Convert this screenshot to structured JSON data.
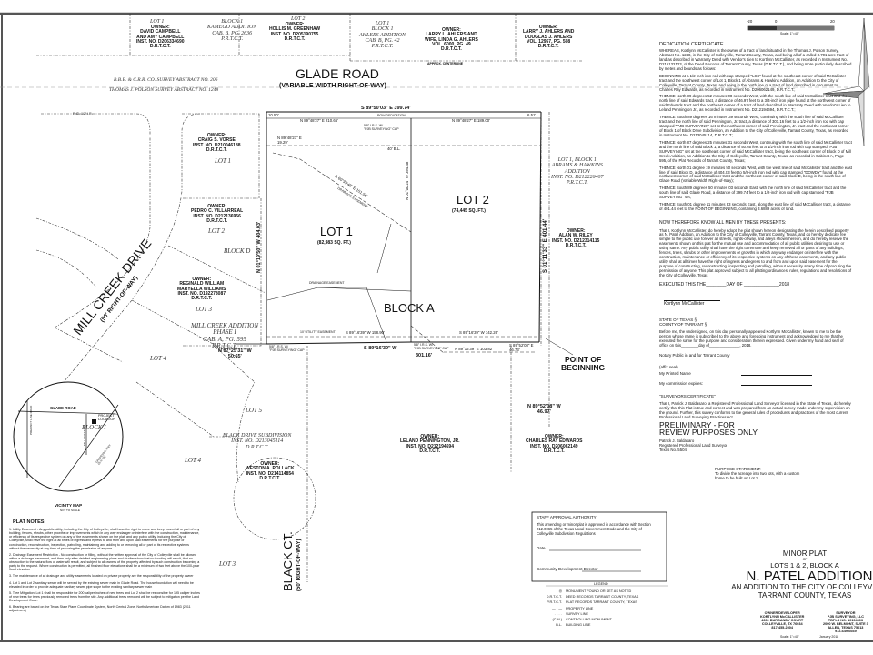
{
  "north_adjoiners": [
    {
      "lot": "LOT 1",
      "owner": "OWNER:\nDAVID CAMPBELL\nAND AMY CAMPBELL\nINST. NO. D206334690\nD.R.T.C.T."
    },
    {
      "subdivision": "BLOCK 1\nKAMEGO ADDITION\nCAB. B, PG. 2636\nP.R.T.C.T."
    },
    {
      "lot": "LOT 2",
      "owner": "OWNER:\nHOLLIS M. GREENHAW\nINST. NO. D205190755\nD.R.T.C.T."
    },
    {
      "subdivision": "LOT 1\nBLOCK 1\nAHLERS ADDITION\nCAB. B, PG. 42\nP.R.T.C.T."
    },
    {
      "owner": "OWNER:\nLARRY L. AHLERS AND\nWIFE, LINDA G. AHLERS\nVOL. 6000, PG. 49\nD.R.T.C.T."
    },
    {
      "owner": "OWNER:\nLARRY J. AHLERS AND\nDOUGLAS J. AHLERS\nVOL. 12957, PG. 508\nD.R.T.C.T."
    }
  ],
  "road": {
    "name": "GLADE ROAD",
    "row": "(VARIABLE WIDTH RIGHT-OF-WAY)",
    "centerline": "APPROX. CENTERLINE",
    "row_dedication": "ROW DEDICATION"
  },
  "survey_lines": [
    "B.B.B. & C.R.R. CO. SURVEY ABSTRACT NO. 206",
    "THOMAS J. POLSON SURVEY ABSTRACT NO. 1248"
  ],
  "bearings": {
    "north": "S 89°50'03\" E  399.74'",
    "north_lot1": "N 89°48'27\" E 210.66'",
    "north_lot2": "N 89°48'27\" E 189.00'",
    "west": "N 01°19'50\" W 404.03'",
    "east": "S 01°11'33\" E 401.44'",
    "south": "S 89°16'39\" W",
    "south_dist": "301.16'",
    "southwest": "N 87°25'31\" W\n50.65'",
    "southeast": "N 89°52'08\" W\n46.97'",
    "lot_line": "N 01°00'24\" W 394.48'",
    "drainage": "S 60°39'48\" E 151.56'",
    "bl_tie": "N 89°48'27\" E\n19.29'",
    "south_lot1": "S 89°16'39\" W 158.90'",
    "south_lot2": "S 89°16'39\" W 142.26'",
    "drain2": "N 89°16'39\" E 103.82'",
    "drain3": "S 89°52'08\" E\n46.73'",
    "dim_w": "10.50'",
    "dim_e": "6.51'"
  },
  "labels": {
    "building_line": "40' B.L.",
    "drainage_easement": "DRAINAGE EASEMENT",
    "utility_easement": "10' UTILITY EASEMENT",
    "irs": "5/8\" I.R.S. W/\n\"PJB SURVEYING\" CAP",
    "fnd": "FND. 1/2\" I.R."
  },
  "lots": [
    {
      "name": "LOT 1",
      "area": "(82,983 SQ. FT.)"
    },
    {
      "name": "LOT 2",
      "area": "(74,445 SQ. FT.)"
    }
  ],
  "block": "BLOCK A",
  "pob": "POINT OF\nBEGINNING",
  "east_adjoiner": {
    "sub": "LOT 1, BLOCK 1\nABRAMS & HAWKINS\nADDITION\nINST. NO. D212226407\nP.R.T.C.T.",
    "owner": "OWNER:\nALAN W. RILEY\nINST. NO. D212314115\nD.R.T.C.T."
  },
  "west_adjoiners": [
    "OWNER:\nCRAIG S. VORSE\nINST. NO. D210046188\nD.R.T.C.T.",
    "OWNER:\nPEDRO C. VILLARREAL\nINST. NO. D212136956\nD.R.T.C.T.",
    "OWNER:\nREGINALD WILLIAM\nMARYELLA WILLIAMS\nINST. NO. D192278087\nD.R.T.C.T."
  ],
  "west_lots": [
    "LOT 1",
    "LOT 2",
    "BLOCK D",
    "LOT 3",
    "LOT 4"
  ],
  "mill_creek_addition": "MILL CREEK ADDITION\nPHASE I\nCAB. A, PG. 595\nP.R.T.C.T.",
  "mill_creek_drive": {
    "name": "MILL CREEK DRIVE",
    "row": "(50' RIGHT-OF-WAY)"
  },
  "south_adjoiners": [
    "OWNER:\nLELAND PENNINGTON, JR.\nINST. NO. D212194694\nD.R.T.C.T.",
    "OWNER:\nCHARLES RAY EDWARDS\nINST. NO. D206062149\nD.R.T.C.T.",
    "OWNER:\nWESTON A. POLLACK\nINST. NO. D214114854\nD.R.T.C.T."
  ],
  "black_drive": "BLACK DRIVE SUBDIVISION\nINST. NO. D213045114\nD.R.T.C.T.",
  "south_lots": [
    "LOT 5",
    "BLOCK I",
    "LOT 4",
    "LOT 3"
  ],
  "black_ct": {
    "name": "BLACK CT.",
    "row": "(50' RIGHT-OF-WAY)"
  },
  "vicinity": {
    "title": "VICINITY MAP",
    "note": "NOT TO SCALE",
    "road": "GLADE ROAD",
    "project": "PROJECT\nLOCATION",
    "street1": "MILL CREEK DR.",
    "street2": "GRAPEVINE HWY\n(S.H. 26)",
    "street3": "PRECINCT LINE ROAD"
  },
  "scale": {
    "ticks": [
      "-20",
      "0",
      "20"
    ],
    "label": "Scale: 1\"=40'"
  },
  "dedication": {
    "title": "DEDICATION CERTIFICATE",
    "paras": [
      "WHEREAS, Kortlynn McCallister is the owner of a tract of land situated in the Thomas J. Polson Survey, Abstract No. 1248, in the City of Colleyville, Tarrant County, Texas, and being all of a called 3.701 acre tract of land as described in Warranty Deed with Vendor's Lien to Kortlynn McCallister, as recorded in Instrument No. D215132123, of the Deed Records of Tarrant County, Texas (D.R.T.C.T.), and being more particularly described by metes and bounds as follows:",
      "BEGINNING at a 1/2-inch iron rod with cap stamped \"LSS\" found at the southeast corner of said McCallister tract and the southwest corner of Lot 1, Block 1 of Abrams & Hawkins Addition, an Addition to the City of Colleyville, Tarrant County, Texas, and being in the north line of a tract of land described in document to Charles Ray Edwards, as recorded in Instrument No. D206062149, D.R.T.C.T.;",
      "THENCE North 89 degrees 52 minutes 08 seconds West, with the south line of said McCallister tract and the north line of said Edwards tract, a distance of 46.97 feet to a 3/4-inch iron pipe found at the northwest corner of said Edwards tract and the northeast corner of a tract of land described in Warranty Deed with Vendor's Lien to Leland Pennington Jr., as recorded in Instrument No. D212194694, D.R.T.C.T.;",
      "THENCE South 89 degrees 16 minutes 39 seconds West, continuing with the south line of said McCallister tract and the north line of said Pennington, Jr. tract, a distance of 301.16 feet to a 1/2-inch iron rod with cap stamped \"PJB SURVEYING\" set at the northwest corner of said Pennington, Jr. tract and the northeast corner of Block 1 of Black Drive Subdivision, an Addition to the City of Colleyville, Tarrant County, Texas, as recorded in Instrument No. D213045114, D.R.T.C.T.;",
      "THENCE North 87 degrees 25 minutes 31 seconds West, continuing with the south line of said McCallister tract and the north line of said Block 1, a distance of 50.65 feet to a 1/2-inch iron rod with cap stamped \"PJB SURVEYING\" set at the southeast corner of said McCallister tract, being the southeast corner of Block D of Mill Creek Addition, an Addition to the City of Colleyville, Tarrant County, Texas, as recorded in Cabinet A, Page 595, of the Plat Records of Tarrant County, Texas;",
      "THENCE North 01 degree 19 minutes 50 seconds West, with the west line of said McCallister tract and the east line of said Block D, a distance of 404.03 feet to 5/8-inch iron rod with cap stamped \"DOWDY\" found at the northwest corner of said McCallister tract and the northeast corner of said Block D, being in the south line of Glade Road (Variable Width Right-of-Way);",
      "THENCE South 89 degrees 50 minutes 03 seconds East, with the north line of said McCallister tract and the south line of said Glade Road, a distance of 399.74 feet to a 1/2-inch iron rod with cap stamped \"PJB SURVEYING\" set;",
      "THENCE South 01 degree 11 minutes 33 seconds East, along the east line of said McCallister tract, a distance of 401.44 feet to the POINT OF BEGINNING, containing 3.6889 acres of land."
    ]
  },
  "now_therefore": {
    "title": "NOW THEREFORE KNOW ALL MEN BY THESE PRESENTS:",
    "text": "That I, Kortlynn McCallister, do hereby adopt the plat shown hereon designating the herein described property as N. Patel Addition, an Addition to the City of Colleyville, Tarrant County, Texas, and do hereby dedicate fee simple to the public use forever all streets, rights-of-way, and alleys shown hereon, and do hereby reserve the easements shown on this plat for the mutual use and accommodation of all public utilities desiring to use or using same. Any public utility shall have the right to remove and keep removed all or parts of any buildings, fences, trees, shrubs or other improvements or growths in which any way endanger or interfere with the construction, maintenance or efficiency of its respective systems on any of these easements, and any public utility shall at all times have the right of ingress and egress to and from and upon said easement for the purpose of constructing, reconstructing, inspecting and patrolling, without necessity at any time of procuring the permission of anyone. This plat approved subject to all platting ordinances, rules, regulations and resolutions of the City of Colleyville, Texas",
    "executed": "EXECUTED THIS THE________DAY OF ______________2018",
    "signer": "Kortlynn McCallister"
  },
  "notary": {
    "state": "STATE OF TEXAS §\nCOUNTY OF TARRANT §",
    "text": "Before me, the undersigned, on this day personally appeared Kortlynn McCallister, known to me to be the person whose name is subscribed to the above and foregoing instrument and acknowledged to me that he executed the same for the purpose and consideration therein expressed. Given under my hand and seal of office on this________day of______________, 2018.",
    "public": "Notary Public in and for Tarrant County",
    "seal": "(affix seal)",
    "printed": "My Printed Name",
    "expires": "My commission expires:"
  },
  "surveyor": {
    "title": "\"SURVEYORS CERTIFICATE\"",
    "text": "That I, Patrick J. Baldasaro, a Registered Professional Land Surveyor licensed in the State of Texas, do hereby certify that this Plat is true and correct and was prepared from an actual survey made under my supervision on the ground. Further, this survey conforms to the general rules of procedures and practices of the most current Professional Land Surveying Practices Act.",
    "stamp": "PRELIMINARY -  FOR\nREVIEW PURPOSES ONLY",
    "sign": "Patrick J. Baldasaro\nRegistered Professional Land Surveyor\nTexas No. 5504"
  },
  "purpose": {
    "title": "PURPOSE STATEMENT:",
    "text": "To divide the acreage into two lots, with a custom home to be built on Lot 1"
  },
  "plat_notes": {
    "title": "PLAT NOTES:",
    "items": [
      "1. Utility Easement - Any public utility, including the City of Colleyville, shall have the right to move and keep moved all or part of any building, fences, shrubs, other growths or improvements which in any way endanger or interfere with the construction, maintenance, or efficiency of its respective system on any of the easements shown on the plat; and any public utility, including the City of Colleyville, shall have the right at all times of ingress and egress to and from and upon said easements for the purpose of construction, reconstruction, inspection, patrolling, maintaining and adding to or removing all or part of its respective systems without the necessity at any time of procuring the permission of anyone",
      "2. Drainage Easement Restriction - No construction or filling, without the written approval of the City of Colleyville shall be allowed within a drainage easement, and then only after detailed engineering plans and studies show that no flooding will result, that no obstruction to the natural flow of water will result, and subject to all owners of the property affected by such construction becoming a party to the request. Where construction is permitted, all finished floor elevations shall be a minimum of two feet above the 100-year flood elevation",
      "3. The maintenance of all drainage and utility easements located on private property are the responsibility of the property owner",
      "4. Lot 1 and Lot 2 sanitary sewer will be served by the existing sewer main in Glade Road. The house foundation will need to be elevated in order to provide adequate sanitary sewer pipe slope to the existing sanitary sewer main",
      "5. Tree Mitigation: Lot 1 shall be responsible for 200 caliper inches of new trees and Lot 2 shall be responsible for 195 caliper inches of new trees for trees previously removed trees from the site. Any additional trees removed will be subject to mitigation per the Land Development Code.",
      "6. Bearing are based on the Texas State Plane Coordinate System, North Central Zone, North American Datum of 1983 (2011 adjustment)"
    ]
  },
  "staff_approval": {
    "title": "STAFF APPROVAL AUTHORITY",
    "text": "This amending or minor plat is approved in accordance with Section 212.0065 of the Texas Local Government Code and the City of Colleyville Subdivision Regulations",
    "date": "Date",
    "director": "Community Development Director"
  },
  "legend": {
    "title": "LEGEND",
    "items": [
      {
        "sym": "◎",
        "text": "MONUMENT FOUND OR SET AS NOTED"
      },
      {
        "sym": "D.R.T.C.T.",
        "text": "DEED RECORDS TARRANT COUNTY, TEXAS"
      },
      {
        "sym": "P.R.T.C.T.",
        "text": "PLAT RECORDS TARRANT COUNTY, TEXAS"
      },
      {
        "sym": "— · —",
        "text": "PROPERTY LINE"
      },
      {
        "sym": "- - - -",
        "text": "SURVEY LINE"
      },
      {
        "sym": "(C.M.)",
        "text": "CONTROLLING MONUMENT"
      },
      {
        "sym": "B.L.",
        "text": "BUILDING LINE"
      }
    ]
  },
  "title_block": {
    "line1": "MINOR PLAT",
    "of": "OF",
    "line2": "LOTS 1 & 2, BLOCK A",
    "name": "N. PATEL ADDITION",
    "line3": "AN ADDITION TO THE CITY OF COLLEYVILLE",
    "line4": "TARRANT COUNTY, TEXAS",
    "owner": "OWNER/DEVELOPER\nKORTLYNN McCALLISTER\n4300 BURGANDY COURT\nCOLLEYVILLE, TX 76034\n817-455-2504",
    "surveyor": "SURVEYOR\nPJB SURVEYING, LLC\nTBPLS NO. 10194303\n2000 W. BELMONT, SUITE 3\nALLEN, TEXAS 75013\n972-649-6669",
    "scale": "Scale: 1\"=40'",
    "date": "January 2018"
  }
}
